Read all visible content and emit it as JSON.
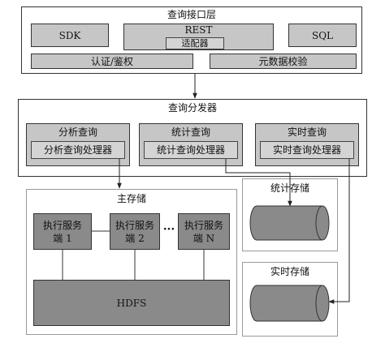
{
  "query_layer": {
    "title": "查询接口层",
    "sdk": "SDK",
    "rest": "REST",
    "adapter": "适配器",
    "sql": "SQL",
    "auth": "认证/鉴权",
    "metadata": "元数据校验"
  },
  "dispatcher": {
    "title": "查询分发器",
    "analysis_query": "分析查询",
    "analysis_processor": "分析查询处理器",
    "stats_query": "统计查询",
    "stats_processor": "统计查询处理器",
    "realtime_query": "实时查询",
    "realtime_processor": "实时查询处理器"
  },
  "main_storage": {
    "title": "主存储",
    "executor_1_line1": "执行服务",
    "executor_1_line2": "端 1",
    "executor_2_line1": "执行服务",
    "executor_2_line2": "端 2",
    "ellipsis": "···",
    "executor_n_line1": "执行服务",
    "executor_n_line2": "端 N",
    "hdfs": "HDFS"
  },
  "stats_storage": {
    "title": "统计存储"
  },
  "realtime_storage": {
    "title": "实时存储"
  },
  "colors": {
    "light_grey": "#c6c6c6",
    "dark_grey": "#8a8a8a",
    "border": "#333333"
  }
}
